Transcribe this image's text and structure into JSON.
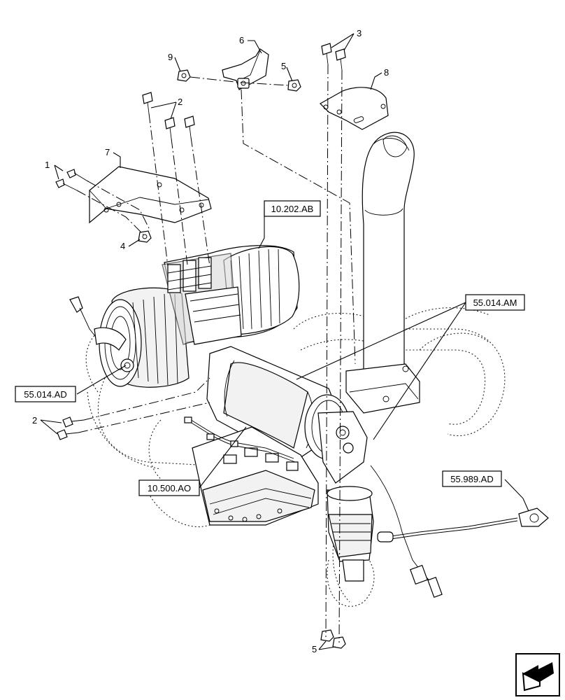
{
  "callouts": {
    "ref_10_202_ab": "10.202.AB",
    "ref_55_014_am": "55.014.AM",
    "ref_55_014_ad": "55.014.AD",
    "ref_10_500_ao": "10.500.AO",
    "ref_55_989_ad": "55.989.AD"
  },
  "item_numbers": {
    "n1": "1",
    "n2_top": "2",
    "n2_left": "2",
    "n3": "3",
    "n4": "4",
    "n5_top": "5",
    "n5_bottom": "5",
    "n6": "6",
    "n7": "7",
    "n8": "8",
    "n9": "9"
  },
  "navigation": {
    "icon": "next-page-arrow-icon"
  }
}
